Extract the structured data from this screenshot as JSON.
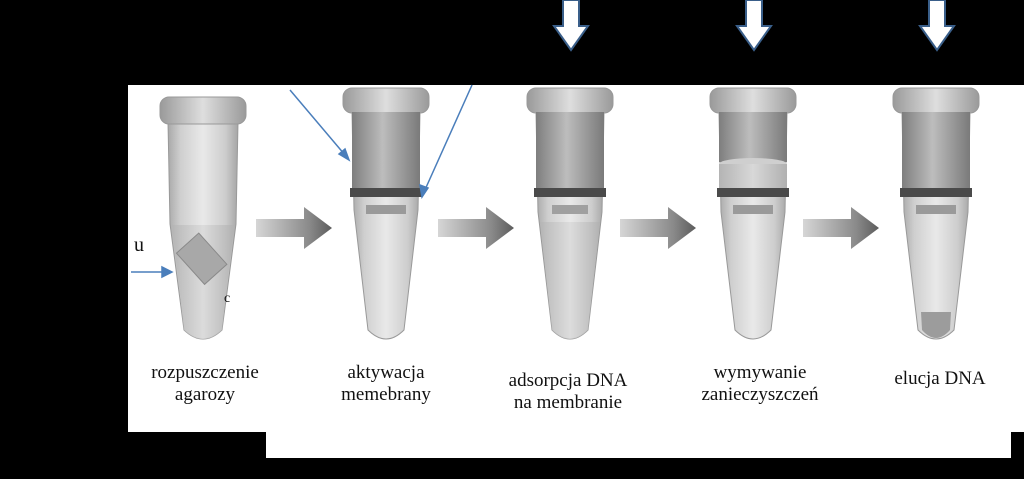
{
  "steps": [
    {
      "line1": "rozpuszczenie",
      "line2": "agarozy"
    },
    {
      "line1": "aktywacja",
      "line2": "memebrany"
    },
    {
      "line1": "adsorpcja DNA",
      "line2": "na membranie"
    },
    {
      "line1": "wymywanie",
      "line2": "zanieczyszczeń"
    },
    {
      "line1": "elucja DNA",
      "line2": ""
    }
  ],
  "fragments": {
    "left_edge": "u",
    "near_tube": "c"
  },
  "colors": {
    "background": "#000000",
    "panel": "#ffffff",
    "annotation_line": "#4a7ebb",
    "process_arrow": "#6a6a6a"
  }
}
